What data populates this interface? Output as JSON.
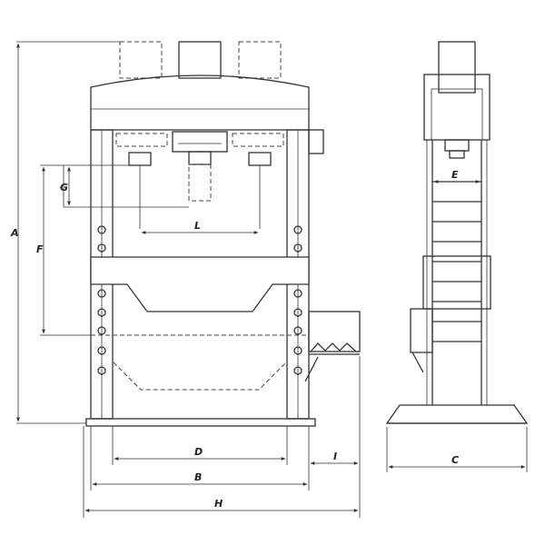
{
  "dimensions": {
    "A": "A",
    "B": "B",
    "C": "C",
    "D": "D",
    "E": "E",
    "F": "F",
    "G": "G",
    "H": "H",
    "I": "I",
    "L": "L"
  }
}
